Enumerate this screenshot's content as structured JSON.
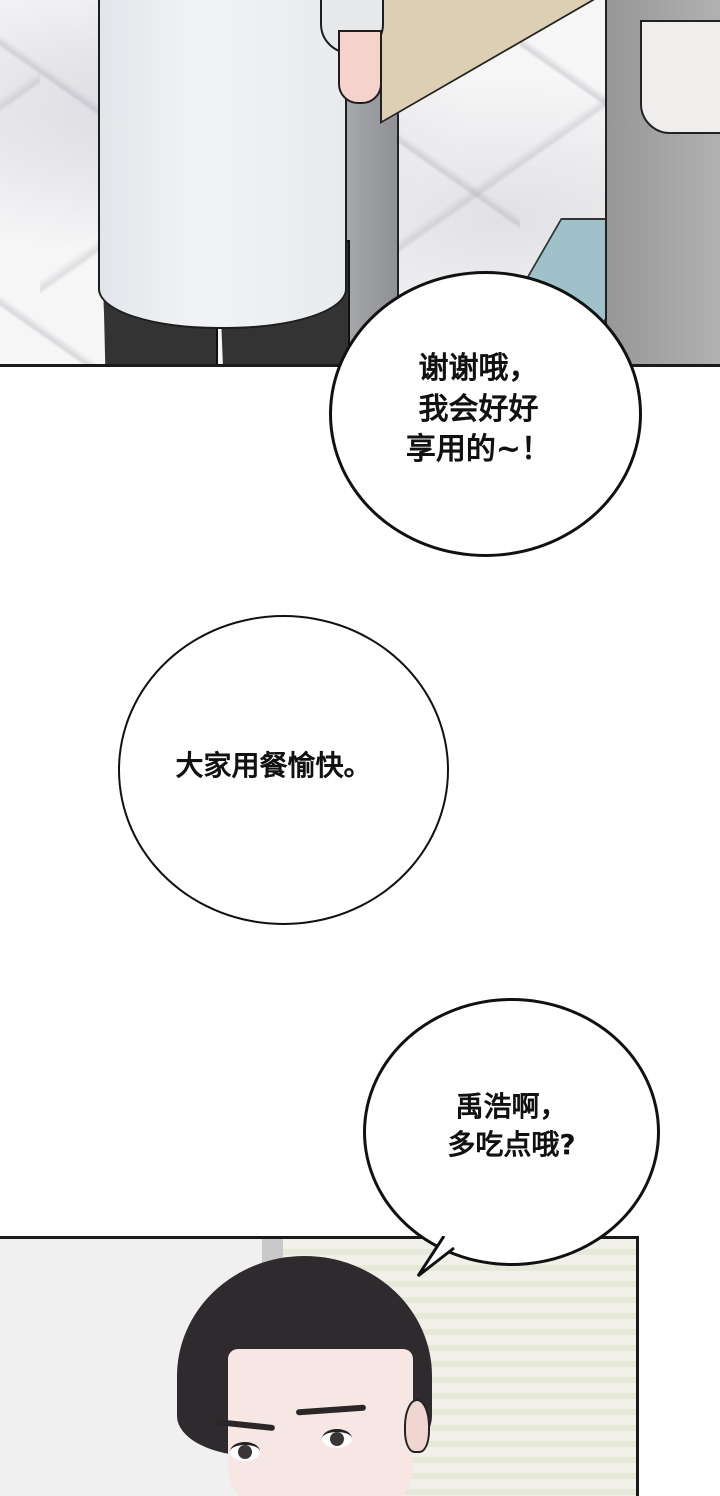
{
  "comic": {
    "panels": [
      {
        "id": "panel-top",
        "description": "Lower body of a person in white shirt and black pants standing beside a table on a marble floor; another person in grey apron at right"
      },
      {
        "id": "panel-bottom",
        "description": "Young man with dark swept hair looking sideways, window blinds in background"
      }
    ],
    "bubbles": [
      {
        "id": "bubble-1",
        "text": "谢谢哦，\n 我会好好\n享用的~！"
      },
      {
        "id": "bubble-2",
        "text": "大家用餐愉快。"
      },
      {
        "id": "bubble-3",
        "text": "禹浩啊，\n多吃点哦?"
      }
    ]
  },
  "colors": {
    "background": "#ffffff",
    "outline": "#111111",
    "hair": "#2f2a2e",
    "skin": "#f6e7e5",
    "table": "#dccfb3",
    "mat": "#9fc1c9"
  }
}
